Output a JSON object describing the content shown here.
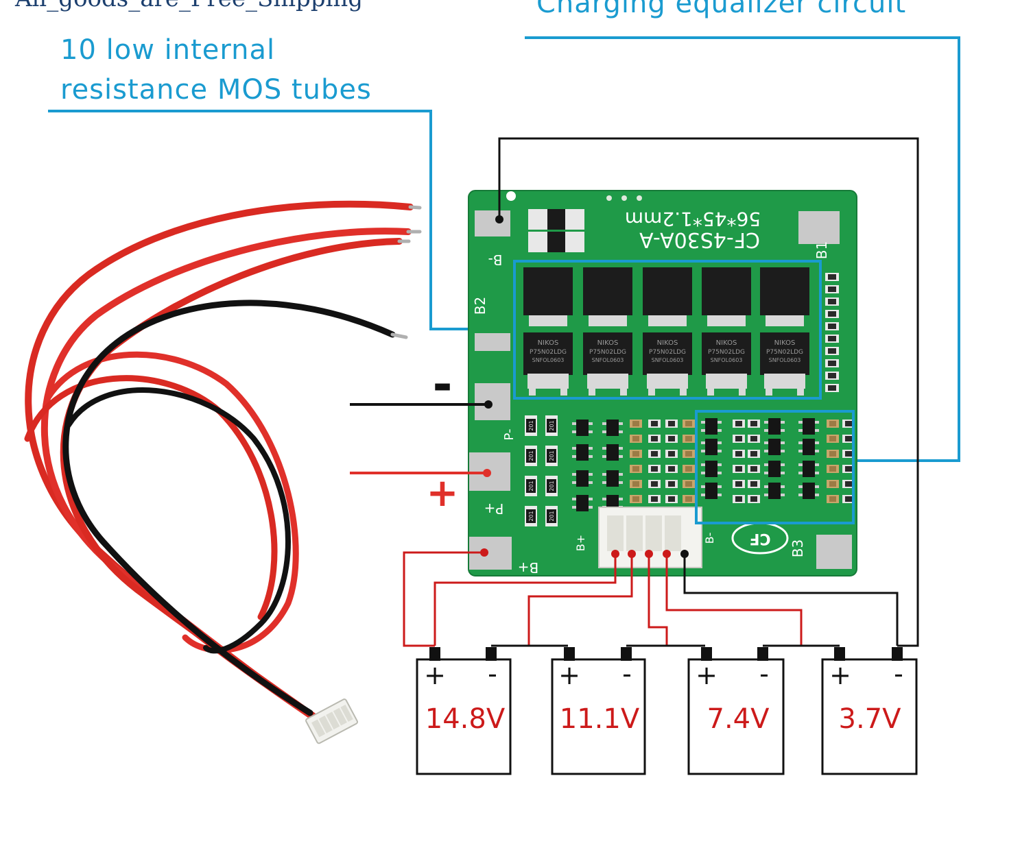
{
  "banner_text": "All_goods_are_Free_Shipping",
  "callouts": {
    "mos_line1": "10 low internal",
    "mos_line2": "resistance MOS tubes",
    "equalizer": "Charging equalizer circuit"
  },
  "board": {
    "model": "CF-4S30A-A",
    "size": "56*45*1.2mm",
    "pads": [
      "B-",
      "B2",
      "P-",
      "P+",
      "B+",
      "B1",
      "B3"
    ],
    "connector_labels": [
      "B+",
      "B-"
    ],
    "mosfet_marking_1": "NIKOS",
    "mosfet_marking_2": "P75N02LDG",
    "mosfet_marking_3": "SNFOL0603",
    "resistor_code": "201",
    "logo": "CF"
  },
  "terminals": {
    "minus": "-",
    "plus": "+"
  },
  "cells": [
    {
      "voltage": "14.8V",
      "plus": "+",
      "minus": "-"
    },
    {
      "voltage": "11.1V",
      "plus": "+",
      "minus": "-"
    },
    {
      "voltage": "7.4V",
      "plus": "+",
      "minus": "-"
    },
    {
      "voltage": "3.7V",
      "plus": "+",
      "minus": "-"
    }
  ],
  "colors": {
    "callout": "#1a9bd0",
    "pcb": "#1f9a48",
    "wire_red": "#e0302a",
    "wire_black": "#111111",
    "voltage_text": "#cc1a1a"
  }
}
